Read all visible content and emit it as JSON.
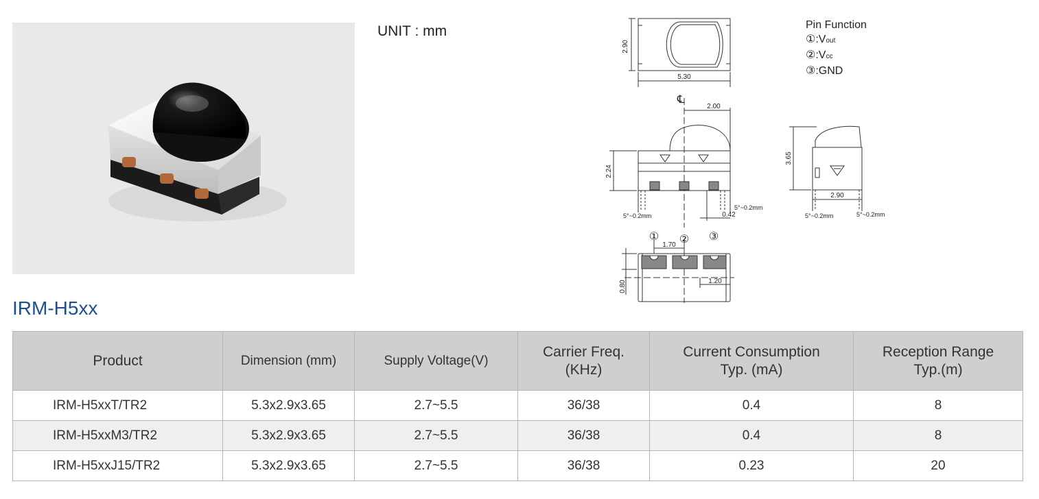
{
  "unit_label": "UNIT : mm",
  "pin_function": {
    "title": "Pin Function",
    "pins": [
      {
        "marker": "①",
        "prefix": ":V",
        "sub": "out"
      },
      {
        "marker": "②",
        "prefix": ":V",
        "sub": "cc"
      },
      {
        "marker": "③",
        "prefix": ":GND",
        "sub": ""
      }
    ]
  },
  "drawing": {
    "dim_2_90_vertical": "2.90",
    "dim_5_30": "5.30",
    "centerline_symbol": "℄",
    "dim_2_00": "2.00",
    "dim_2_24": "2.24",
    "dim_0_42": "0.42",
    "tol_left": "5°~0.2mm",
    "tol_right": "5°~0.2mm",
    "dim_3_65": "3.65",
    "dim_2_90_side": "2.90",
    "tol_side_left": "5°~0.2mm",
    "tol_side_right": "5°~0.2mm",
    "pin1": "①",
    "pin2": "②",
    "pin3": "③",
    "dim_1_70": "1.70",
    "dim_0_80": "0.80",
    "dim_1_20": "1.20"
  },
  "product_title": "IRM-H5xx",
  "table": {
    "headers": [
      [
        "Product"
      ],
      [
        "Dimension (mm)"
      ],
      [
        "Supply Voltage(V)"
      ],
      [
        "Carrier Freq.",
        "(KHz)"
      ],
      [
        "Current Consumption",
        "Typ. (mA)"
      ],
      [
        "Reception Range",
        "Typ.(m)"
      ]
    ],
    "rows": [
      [
        "IRM-H5xxT/TR2",
        "5.3x2.9x3.65",
        "2.7~5.5",
        "36/38",
        "0.4",
        "8"
      ],
      [
        "IRM-H5xxM3/TR2",
        "5.3x2.9x3.65",
        "2.7~5.5",
        "36/38",
        "0.4",
        "8"
      ],
      [
        "IRM-H5xxJ15/TR2",
        "5.3x2.9x3.65",
        "2.7~5.5",
        "36/38",
        "0.23",
        "20"
      ]
    ]
  },
  "colors": {
    "title_blue": "#1f4f8f",
    "header_gray": "#cfcfcf",
    "alt_row": "#efefef",
    "photo_bg": "#e9e9e9"
  }
}
